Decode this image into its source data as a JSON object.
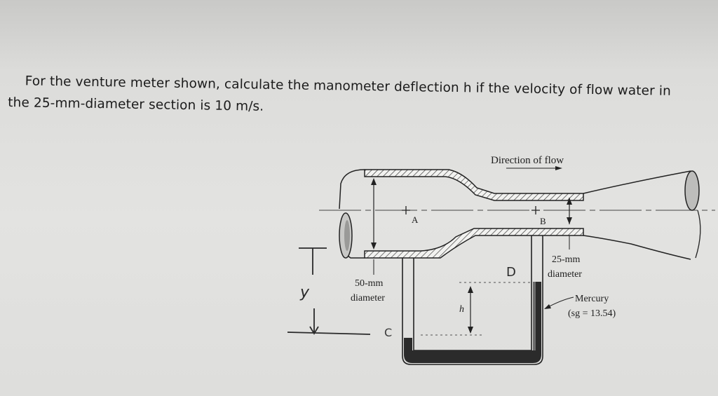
{
  "problem": {
    "line1": "For the venture meter shown, calculate the manometer deflection h if the velocity of flow water in",
    "line2": "the 25-mm-diameter section is 10 m/s."
  },
  "figure": {
    "direction_label": "Direction of flow",
    "point_a": "A",
    "point_b": "B",
    "pipe_large_label_1": "50-mm",
    "pipe_large_label_2": "diameter",
    "pipe_small_label_1": "25-mm",
    "pipe_small_label_2": "diameter",
    "mercury_label": "Mercury",
    "mercury_sg": "(sg = 13.54)",
    "deflection_label": "h",
    "handwritten_d": "D",
    "handwritten_c": "C",
    "handwritten_y": "y"
  }
}
